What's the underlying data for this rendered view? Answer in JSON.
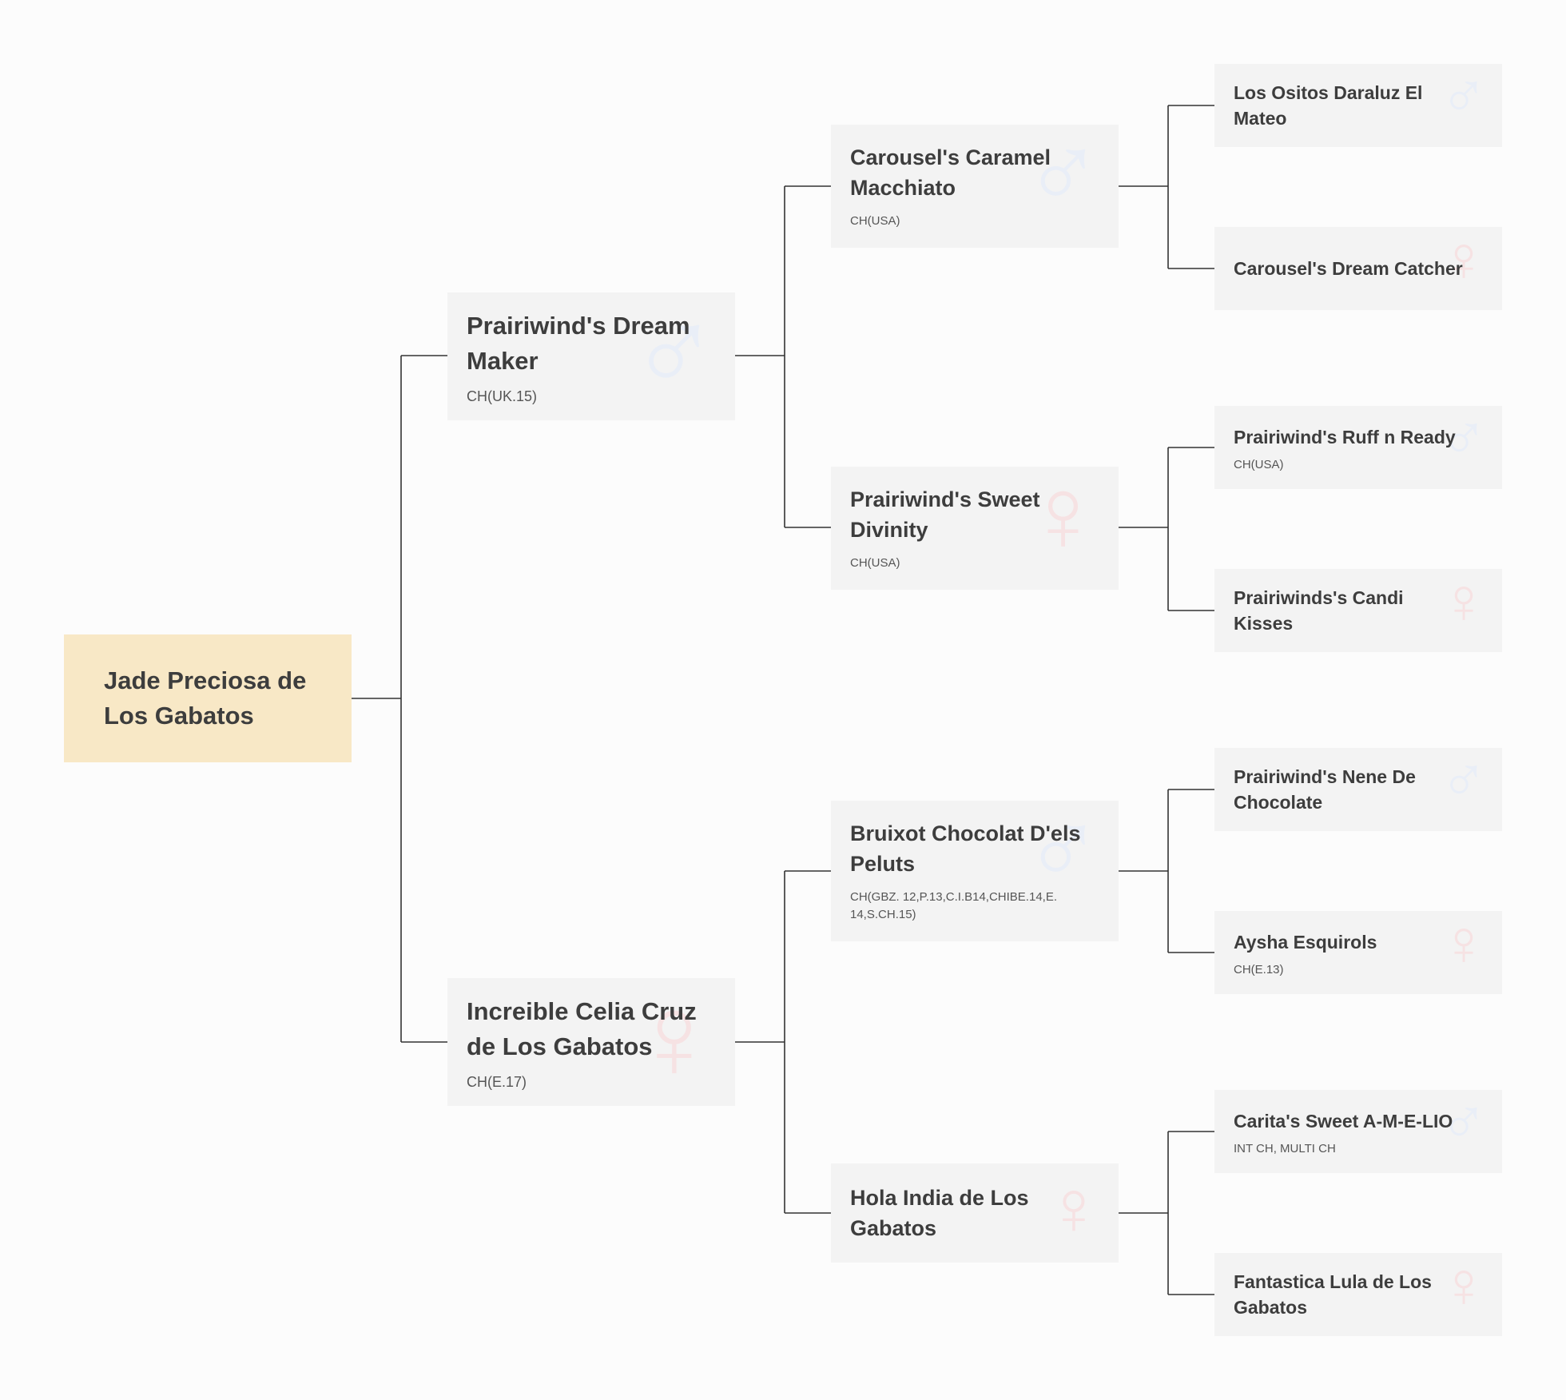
{
  "pedigree": {
    "subject": {
      "name": "Jade Preciosa de Los Gabatos"
    },
    "sire": {
      "name": "Prairiwind's Dream Maker",
      "title": "CH(UK.15)",
      "sex": "male",
      "icon": "male-symbol-icon",
      "sire": {
        "name": "Carousel's Caramel Macchiato",
        "title": "CH(USA)",
        "sex": "male",
        "icon": "male-symbol-icon",
        "sire": {
          "name": "Los Ositos Daraluz El Mateo",
          "title": "",
          "sex": "male",
          "icon": "male-symbol-icon"
        },
        "dam": {
          "name": "Carousel's Dream Catcher",
          "title": "",
          "sex": "female",
          "icon": "female-symbol-icon"
        }
      },
      "dam": {
        "name": "Prairiwind's Sweet Divinity",
        "title": "CH(USA)",
        "sex": "female",
        "icon": "female-symbol-icon",
        "sire": {
          "name": "Prairiwind's Ruff n Ready",
          "title": "CH(USA)",
          "sex": "male",
          "icon": "male-symbol-icon"
        },
        "dam": {
          "name": "Prairiwinds's Candi Kisses",
          "title": "",
          "sex": "female",
          "icon": "female-symbol-icon"
        }
      }
    },
    "dam": {
      "name": "Increible Celia Cruz de Los Gabatos",
      "title": "CH(E.17)",
      "sex": "female",
      "icon": "female-symbol-icon",
      "sire": {
        "name": "Bruixot Chocolat D'els Peluts",
        "title": "CH(GBZ. 12,P.13,C.I.B14,CHIBE.14,E. 14,S.CH.15)",
        "sex": "male",
        "icon": "male-symbol-icon",
        "sire": {
          "name": "Prairiwind's Nene De Chocolate",
          "title": "",
          "sex": "male",
          "icon": "male-symbol-icon"
        },
        "dam": {
          "name": "Aysha Esquirols",
          "title": "CH(E.13)",
          "sex": "female",
          "icon": "female-symbol-icon"
        }
      },
      "dam": {
        "name": "Hola India de Los Gabatos",
        "title": "",
        "sex": "female",
        "icon": "female-symbol-icon",
        "sire": {
          "name": "Carita's Sweet A-M-E-LIO",
          "title": "INT CH, MULTI CH",
          "sex": "male",
          "icon": "male-symbol-icon"
        },
        "dam": {
          "name": "Fantastica Lula de Los Gabatos",
          "title": "",
          "sex": "female",
          "icon": "female-symbol-icon"
        }
      }
    }
  },
  "symbols": {
    "male": "♂",
    "female": "♀"
  },
  "colors": {
    "subject_box": "#f8e8c6",
    "ancestor_box": "#f3f3f3",
    "male_symbol": "#e9eef7",
    "female_symbol": "#f6e2e3",
    "connector": "#333333"
  }
}
